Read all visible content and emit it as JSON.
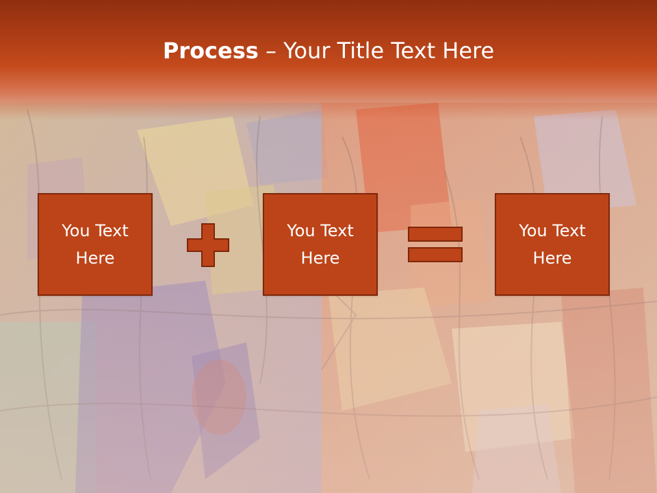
{
  "slide": {
    "title_bold": "Process",
    "title_rest": " – Your Title Text Here",
    "boxes": [
      {
        "line1": "You Text",
        "line2": "Here"
      },
      {
        "line1": "You Text",
        "line2": "Here"
      },
      {
        "line1": "You Text",
        "line2": "Here"
      }
    ],
    "operators": [
      "plus-icon",
      "equals-icon"
    ]
  },
  "colors": {
    "title_band": "#a83a14",
    "box_fill": "#bd4419",
    "box_border": "#7e2609",
    "text": "#ffffff"
  }
}
